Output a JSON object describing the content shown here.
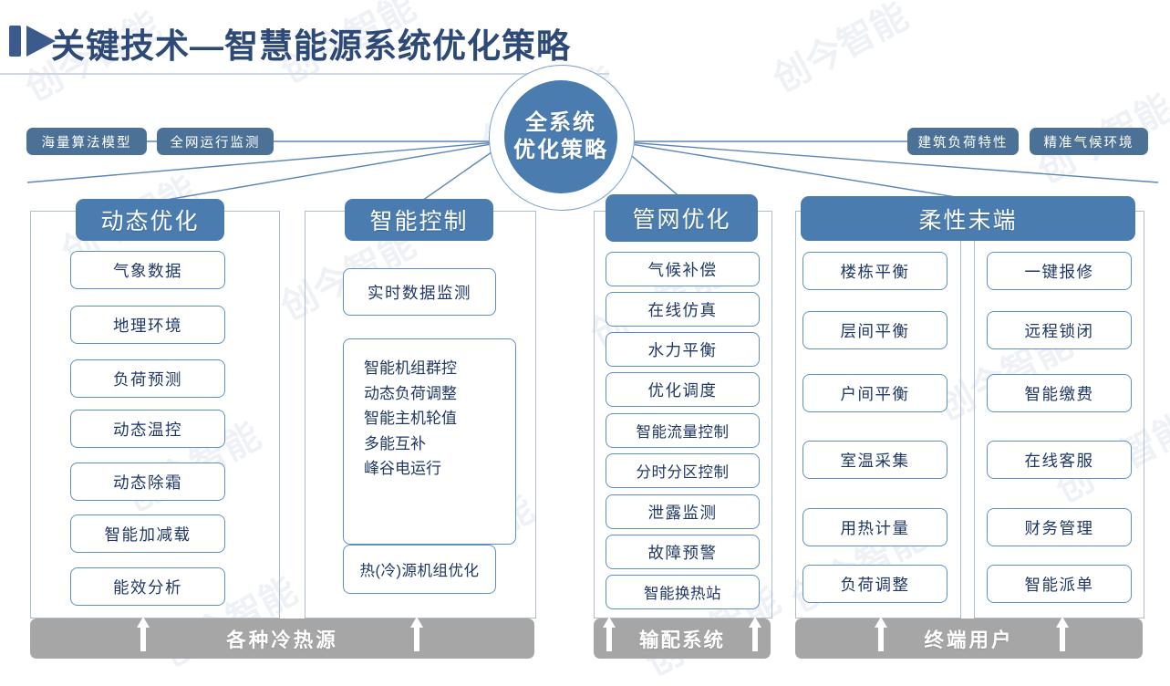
{
  "title": {
    "text": "关键技术—智慧能源系统优化策略",
    "icon": "play-triangle-icon",
    "color": "#2d4a77"
  },
  "center": {
    "line1": "全系统",
    "line2": "优化策略",
    "fill": "#4a7cb0"
  },
  "input_pills": {
    "left": [
      {
        "label": "海量算法模型"
      },
      {
        "label": "全网运行监测"
      }
    ],
    "right": [
      {
        "label": "建筑负荷特性"
      },
      {
        "label": "精准气候环境"
      }
    ]
  },
  "columns": [
    {
      "id": "dynamic-optimization",
      "header": "动态优化",
      "items": [
        {
          "label": "气象数据"
        },
        {
          "label": "地理环境"
        },
        {
          "label": "负荷预测"
        },
        {
          "label": "动态温控"
        },
        {
          "label": "动态除霜"
        },
        {
          "label": "智能加减载"
        },
        {
          "label": "能效分析"
        }
      ]
    },
    {
      "id": "intelligent-control",
      "header": "智能控制",
      "items": [
        {
          "label": "实时数据监测"
        },
        {
          "label": "热(冷)源机组优化"
        }
      ],
      "multiline_box": [
        "智能机组群控",
        "动态负荷调整",
        "智能主机轮值",
        "多能互补",
        "峰谷电运行"
      ]
    },
    {
      "id": "pipe-network-optimization",
      "header": "管网优化",
      "items": [
        {
          "label": "气候补偿"
        },
        {
          "label": "在线仿真"
        },
        {
          "label": "水力平衡"
        },
        {
          "label": "优化调度"
        },
        {
          "label": "智能流量控制"
        },
        {
          "label": "分时分区控制"
        },
        {
          "label": "泄露监测"
        },
        {
          "label": "故障预警"
        },
        {
          "label": "智能换热站"
        }
      ]
    },
    {
      "id": "flexible-terminal",
      "header": "柔性末端",
      "items_left": [
        {
          "label": "楼栋平衡"
        },
        {
          "label": "层间平衡"
        },
        {
          "label": "户间平衡"
        },
        {
          "label": "室温采集"
        },
        {
          "label": "用热计量"
        },
        {
          "label": "负荷调整"
        }
      ],
      "items_right": [
        {
          "label": "一键报修"
        },
        {
          "label": "远程锁闭"
        },
        {
          "label": "智能缴费"
        },
        {
          "label": "在线客服"
        },
        {
          "label": "财务管理"
        },
        {
          "label": "智能派单"
        }
      ]
    }
  ],
  "bottom_bars": [
    {
      "id": "cold-heat-sources",
      "label": "各种冷热源"
    },
    {
      "id": "distribution-system",
      "label": "输配系统"
    },
    {
      "id": "end-users",
      "label": "终端用户"
    }
  ],
  "watermark": {
    "text": "创今智能"
  },
  "colors": {
    "accent_blue": "#4a7cb0",
    "pill_blue": "#4b7296",
    "item_border": "#5e8fc6",
    "item_text": "#1f3864",
    "panel_border": "#aebdd0",
    "bottom_gray": "#a6a6a6",
    "title": "#2d4a77"
  }
}
